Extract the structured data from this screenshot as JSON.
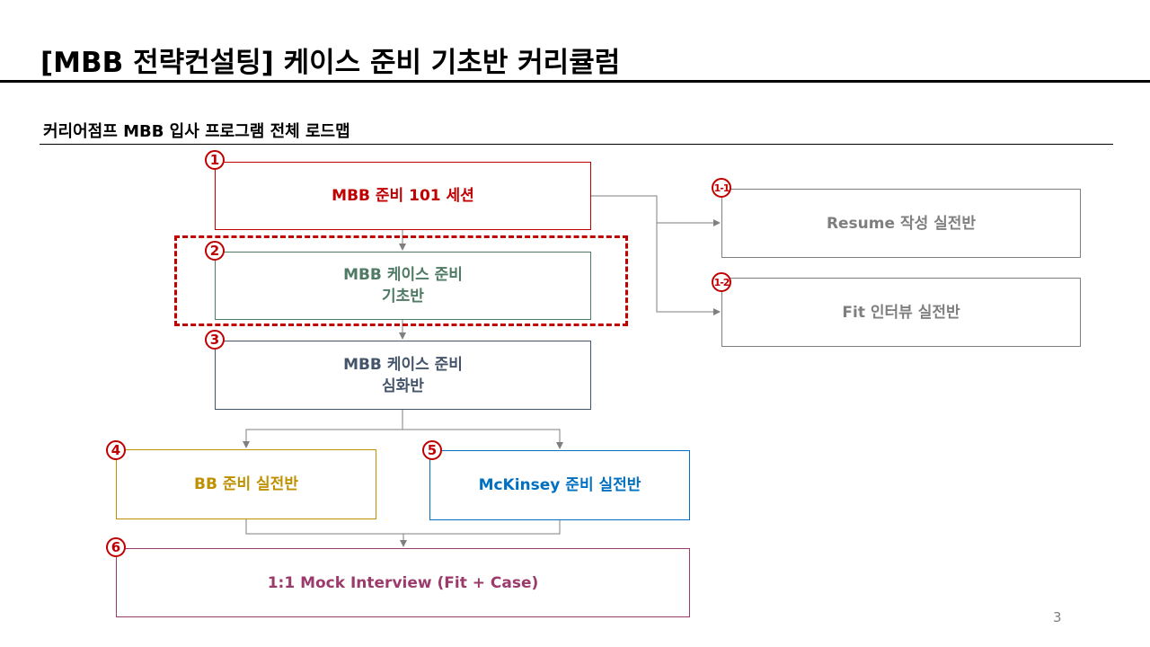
{
  "title": "[MBB 전략컨설팅] 케이스 준비 기초반 커리큘럼",
  "subtitle": "커리어점프 MBB 입사 프로그램 전체 로드맵",
  "page_number": "3",
  "steps": [
    {
      "num": "1",
      "label": "MBB 준비 101 세션",
      "color": "#C00000"
    },
    {
      "num": "2",
      "label_line1": "MBB 케이스 준비",
      "label_line2": "기초반",
      "color": "#4F7A64"
    },
    {
      "num": "3",
      "label_line1": "MBB 케이스 준비",
      "label_line2": "심화반",
      "color": "#44546A"
    },
    {
      "num": "4",
      "label": "BB 준비 실전반",
      "color": "#BF9000"
    },
    {
      "num": "5",
      "label": "McKinsey 준비 실전반",
      "color": "#0070C0"
    },
    {
      "num": "6",
      "label": "1:1 Mock Interview (Fit + Case)",
      "color": "#9B3B6B"
    },
    {
      "num": "1-1",
      "label": "Resume 작성 실전반",
      "color": "#7F7F7F"
    },
    {
      "num": "1-2",
      "label": "Fit 인터뷰 실전반",
      "color": "#7F7F7F"
    }
  ]
}
